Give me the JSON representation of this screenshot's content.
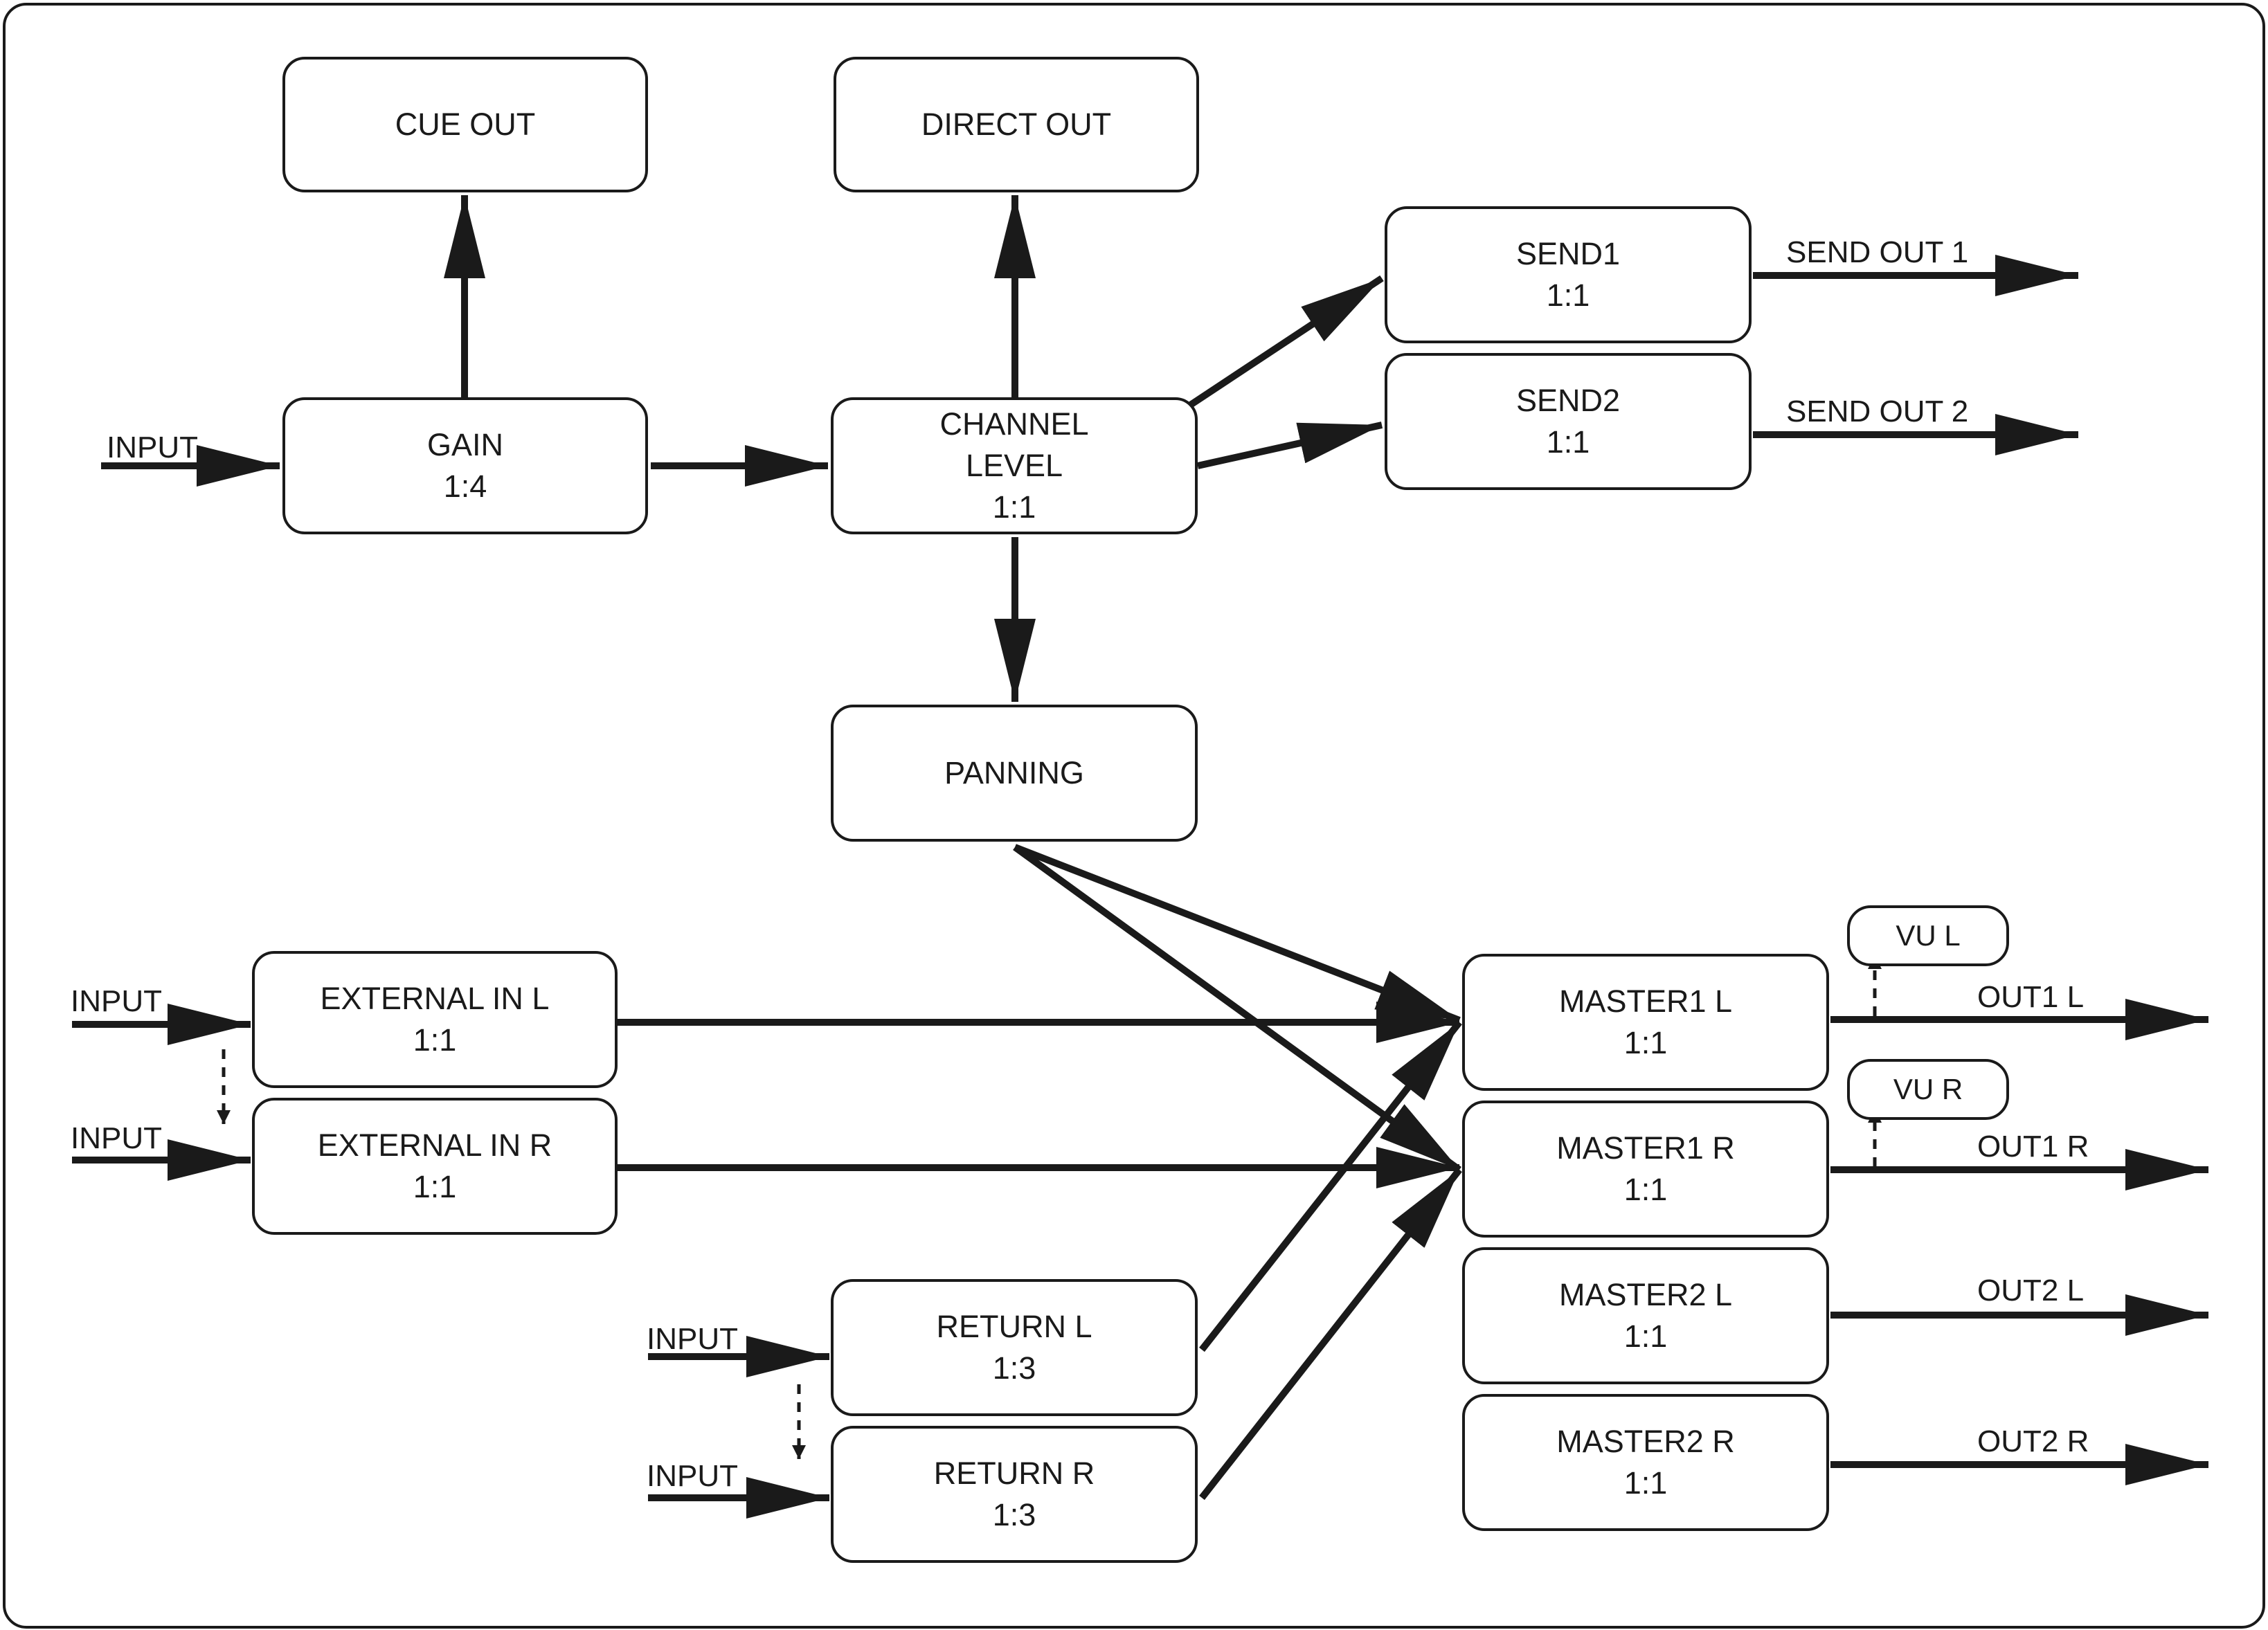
{
  "colors": {
    "ink": "#1a1a1a",
    "background": "#ffffff"
  },
  "boxes": {
    "cue_out": {
      "line1": "CUE OUT"
    },
    "direct_out": {
      "line1": "DIRECT OUT"
    },
    "gain": {
      "line1": "GAIN",
      "line2": "1:4"
    },
    "channel_level": {
      "line1": "CHANNEL",
      "line2": "LEVEL",
      "line3": "1:1"
    },
    "send1": {
      "line1": "SEND1",
      "line2": "1:1"
    },
    "send2": {
      "line1": "SEND2",
      "line2": "1:1"
    },
    "panning": {
      "line1": "PANNING"
    },
    "external_in_l": {
      "line1": "EXTERNAL IN L",
      "line2": "1:1"
    },
    "external_in_r": {
      "line1": "EXTERNAL IN R",
      "line2": "1:1"
    },
    "return_l": {
      "line1": "RETURN L",
      "line2": "1:3"
    },
    "return_r": {
      "line1": "RETURN R",
      "line2": "1:3"
    },
    "master1_l": {
      "line1": "MASTER1 L",
      "line2": "1:1"
    },
    "master1_r": {
      "line1": "MASTER1 R",
      "line2": "1:1"
    },
    "master2_l": {
      "line1": "MASTER2 L",
      "line2": "1:1"
    },
    "master2_r": {
      "line1": "MASTER2 R",
      "line2": "1:1"
    },
    "vu_l": {
      "line1": "VU L"
    },
    "vu_r": {
      "line1": "VU R"
    }
  },
  "labels": {
    "input_gain": "INPUT",
    "input_ext_l": "INPUT",
    "input_ext_r": "INPUT",
    "input_return_l": "INPUT",
    "input_return_r": "INPUT",
    "send_out_1": "SEND OUT 1",
    "send_out_2": "SEND OUT 2",
    "out1_l": "OUT1 L",
    "out1_r": "OUT1 R",
    "out2_l": "OUT2 L",
    "out2_r": "OUT2 R"
  }
}
